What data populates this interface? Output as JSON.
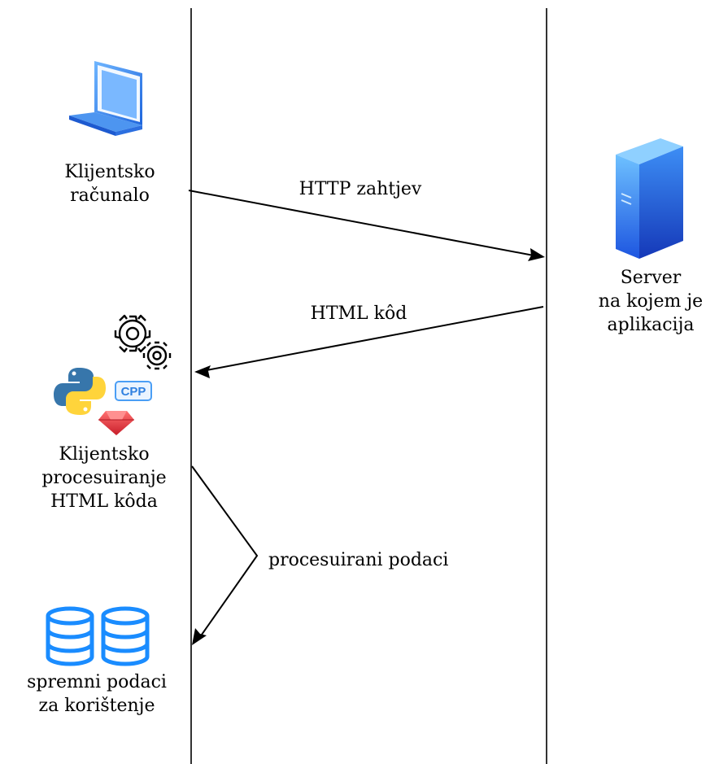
{
  "actors": {
    "client": {
      "label_line1": "Klijentsko",
      "label_line2": "računalo",
      "icon": "laptop-icon"
    },
    "server": {
      "label_line1": "Server",
      "label_line2": "na kojem je",
      "label_line3": "aplikacija",
      "icon": "server-icon"
    },
    "processing": {
      "label_line1": "Klijentsko",
      "label_line2": "procesuiranje",
      "label_line3": "HTML kôda",
      "icons": [
        "gears-icon",
        "python-icon",
        "cpp-icon",
        "ruby-icon"
      ],
      "cpp_badge": "CPP"
    },
    "storage": {
      "label_line1": "spremni podaci",
      "label_line2": "za korištenje",
      "icon": "database-icon"
    }
  },
  "messages": {
    "request": "HTTP zahtjev",
    "response": "HTML kôd",
    "processed": "procesuirani podaci"
  },
  "colors": {
    "line": "#333333",
    "arrow": "#000000",
    "laptop_blue": "#2f7fe6",
    "server_blue": "#1e5fd6",
    "db_blue": "#1a8cff",
    "python_blue": "#3776ab",
    "python_yellow": "#ffd43b",
    "ruby_red": "#e0353f",
    "cpp_blue": "#4a9ef5"
  }
}
